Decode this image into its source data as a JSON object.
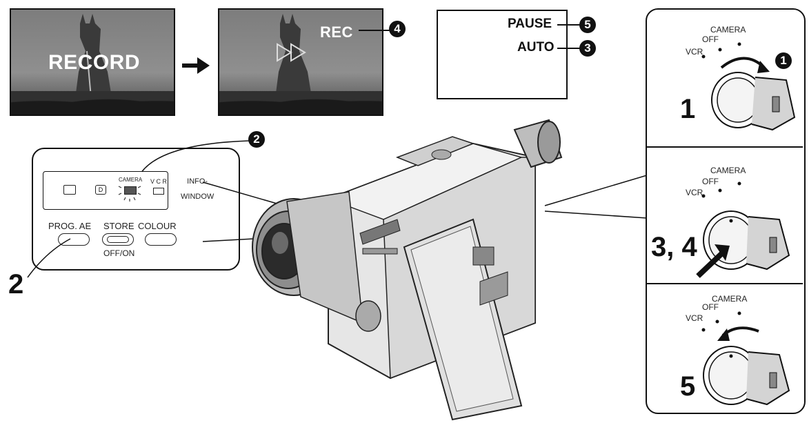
{
  "screens": {
    "record_text": "RECORD",
    "rec_text": "REC"
  },
  "display": {
    "pause": "PAUSE",
    "auto": "AUTO"
  },
  "callouts": {
    "c1": "1",
    "c2": "2",
    "c3": "3",
    "c4": "4",
    "c5": "5"
  },
  "panel": {
    "camera_indicator": "CAMERA",
    "vcr_indicator": "V C R",
    "info_window": "INFO-\nWINDOW",
    "prog_ae": "PROG. AE",
    "store": "STORE",
    "colour": "COLOUR",
    "off_on": "OFF/ON"
  },
  "steps": {
    "step_left": "2",
    "step1": "1",
    "step34": "3, 4",
    "step5": "5"
  },
  "dial": {
    "camera": "CAMERA",
    "off": "OFF",
    "vcr": "VCR"
  }
}
